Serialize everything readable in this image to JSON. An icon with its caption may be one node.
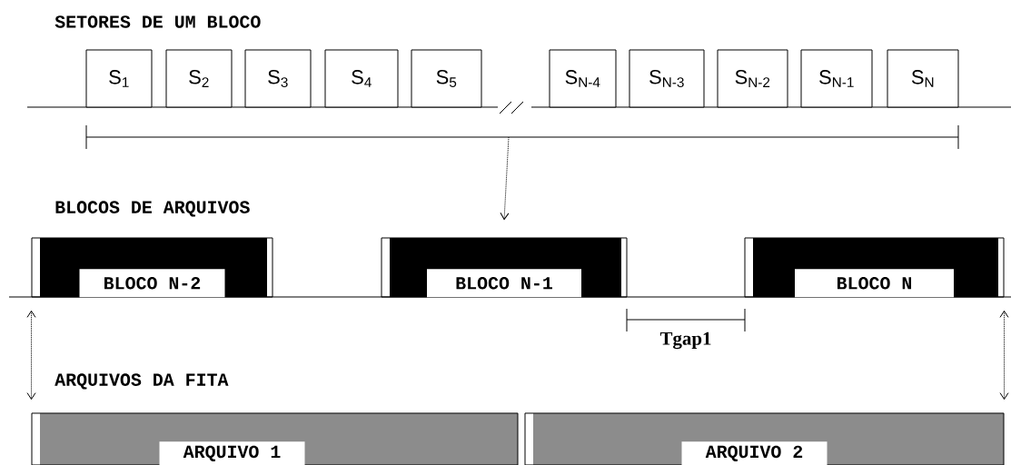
{
  "diagram": {
    "nodes": [
      {
        "text": [
          "S$_{1}$"
        ]
      },
      {
        "text": [
          "S$_{2}$"
        ]
      },
      {
        "text": [
          "S$_{3}$"
        ]
      },
      {
        "text": [
          "S$_{4}$"
        ]
      },
      {
        "text": [
          "S$_{5}$"
        ]
      },
      {
        "text": [
          "S$_{N-4}$"
        ]
      },
      {
        "text": [
          "S$_{N-3}$"
        ]
      },
      {
        "text": [
          "S$_{N-2}$"
        ]
      },
      {
        "text": [
          "S$_{N-1}$"
        ]
      },
      {
        "text": [
          "S$_{N}$"
        ]
      },
      {
        "text": [
          "BLOCO N-2"
        ]
      },
      {
        "text": [
          "BLOCO N-1"
        ]
      },
      {
        "text": [
          "BLOCO N"
        ]
      },
      {
        "text": [
          "ARQUIVO 1"
        ]
      },
      {
        "text": [
          "ARQUIVO 2"
        ]
      }
    ],
    "edges": [
      {
        "from": null,
        "to": 11,
        "arrow": "to",
        "style": "dashed"
      },
      {
        "from": 10,
        "to": 13,
        "arrow": "both",
        "style": "dashed"
      },
      {
        "from": 12,
        "to": 14,
        "arrow": "both",
        "style": "dashed"
      }
    ],
    "labels": [
      "SETORES DE UM BLOCO",
      "BLOCOS DE ARQUIVOS",
      "ARQUIVOS DA FITA",
      "Tgap1"
    ]
  }
}
